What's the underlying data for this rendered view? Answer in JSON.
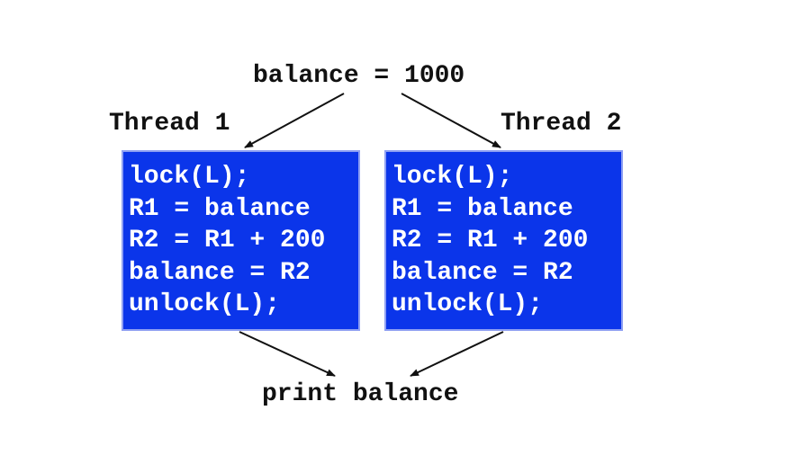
{
  "top": {
    "text": "balance = 1000"
  },
  "threads": [
    {
      "title": "Thread 1",
      "lines": [
        "lock(L);",
        "R1 = balance",
        "R2 = R1 + 200",
        "balance = R2",
        "unlock(L);"
      ]
    },
    {
      "title": "Thread 2",
      "lines": [
        "lock(L);",
        "R1 = balance",
        "R2 = R1 + 200",
        "balance = R2",
        "unlock(L);"
      ]
    }
  ],
  "bottom": {
    "text": "print balance"
  },
  "colors": {
    "box_fill": "#0b35ea",
    "box_border": "#8fa0f2",
    "code_text": "#ffffff",
    "label_text": "#111111",
    "arrow": "#111111"
  }
}
